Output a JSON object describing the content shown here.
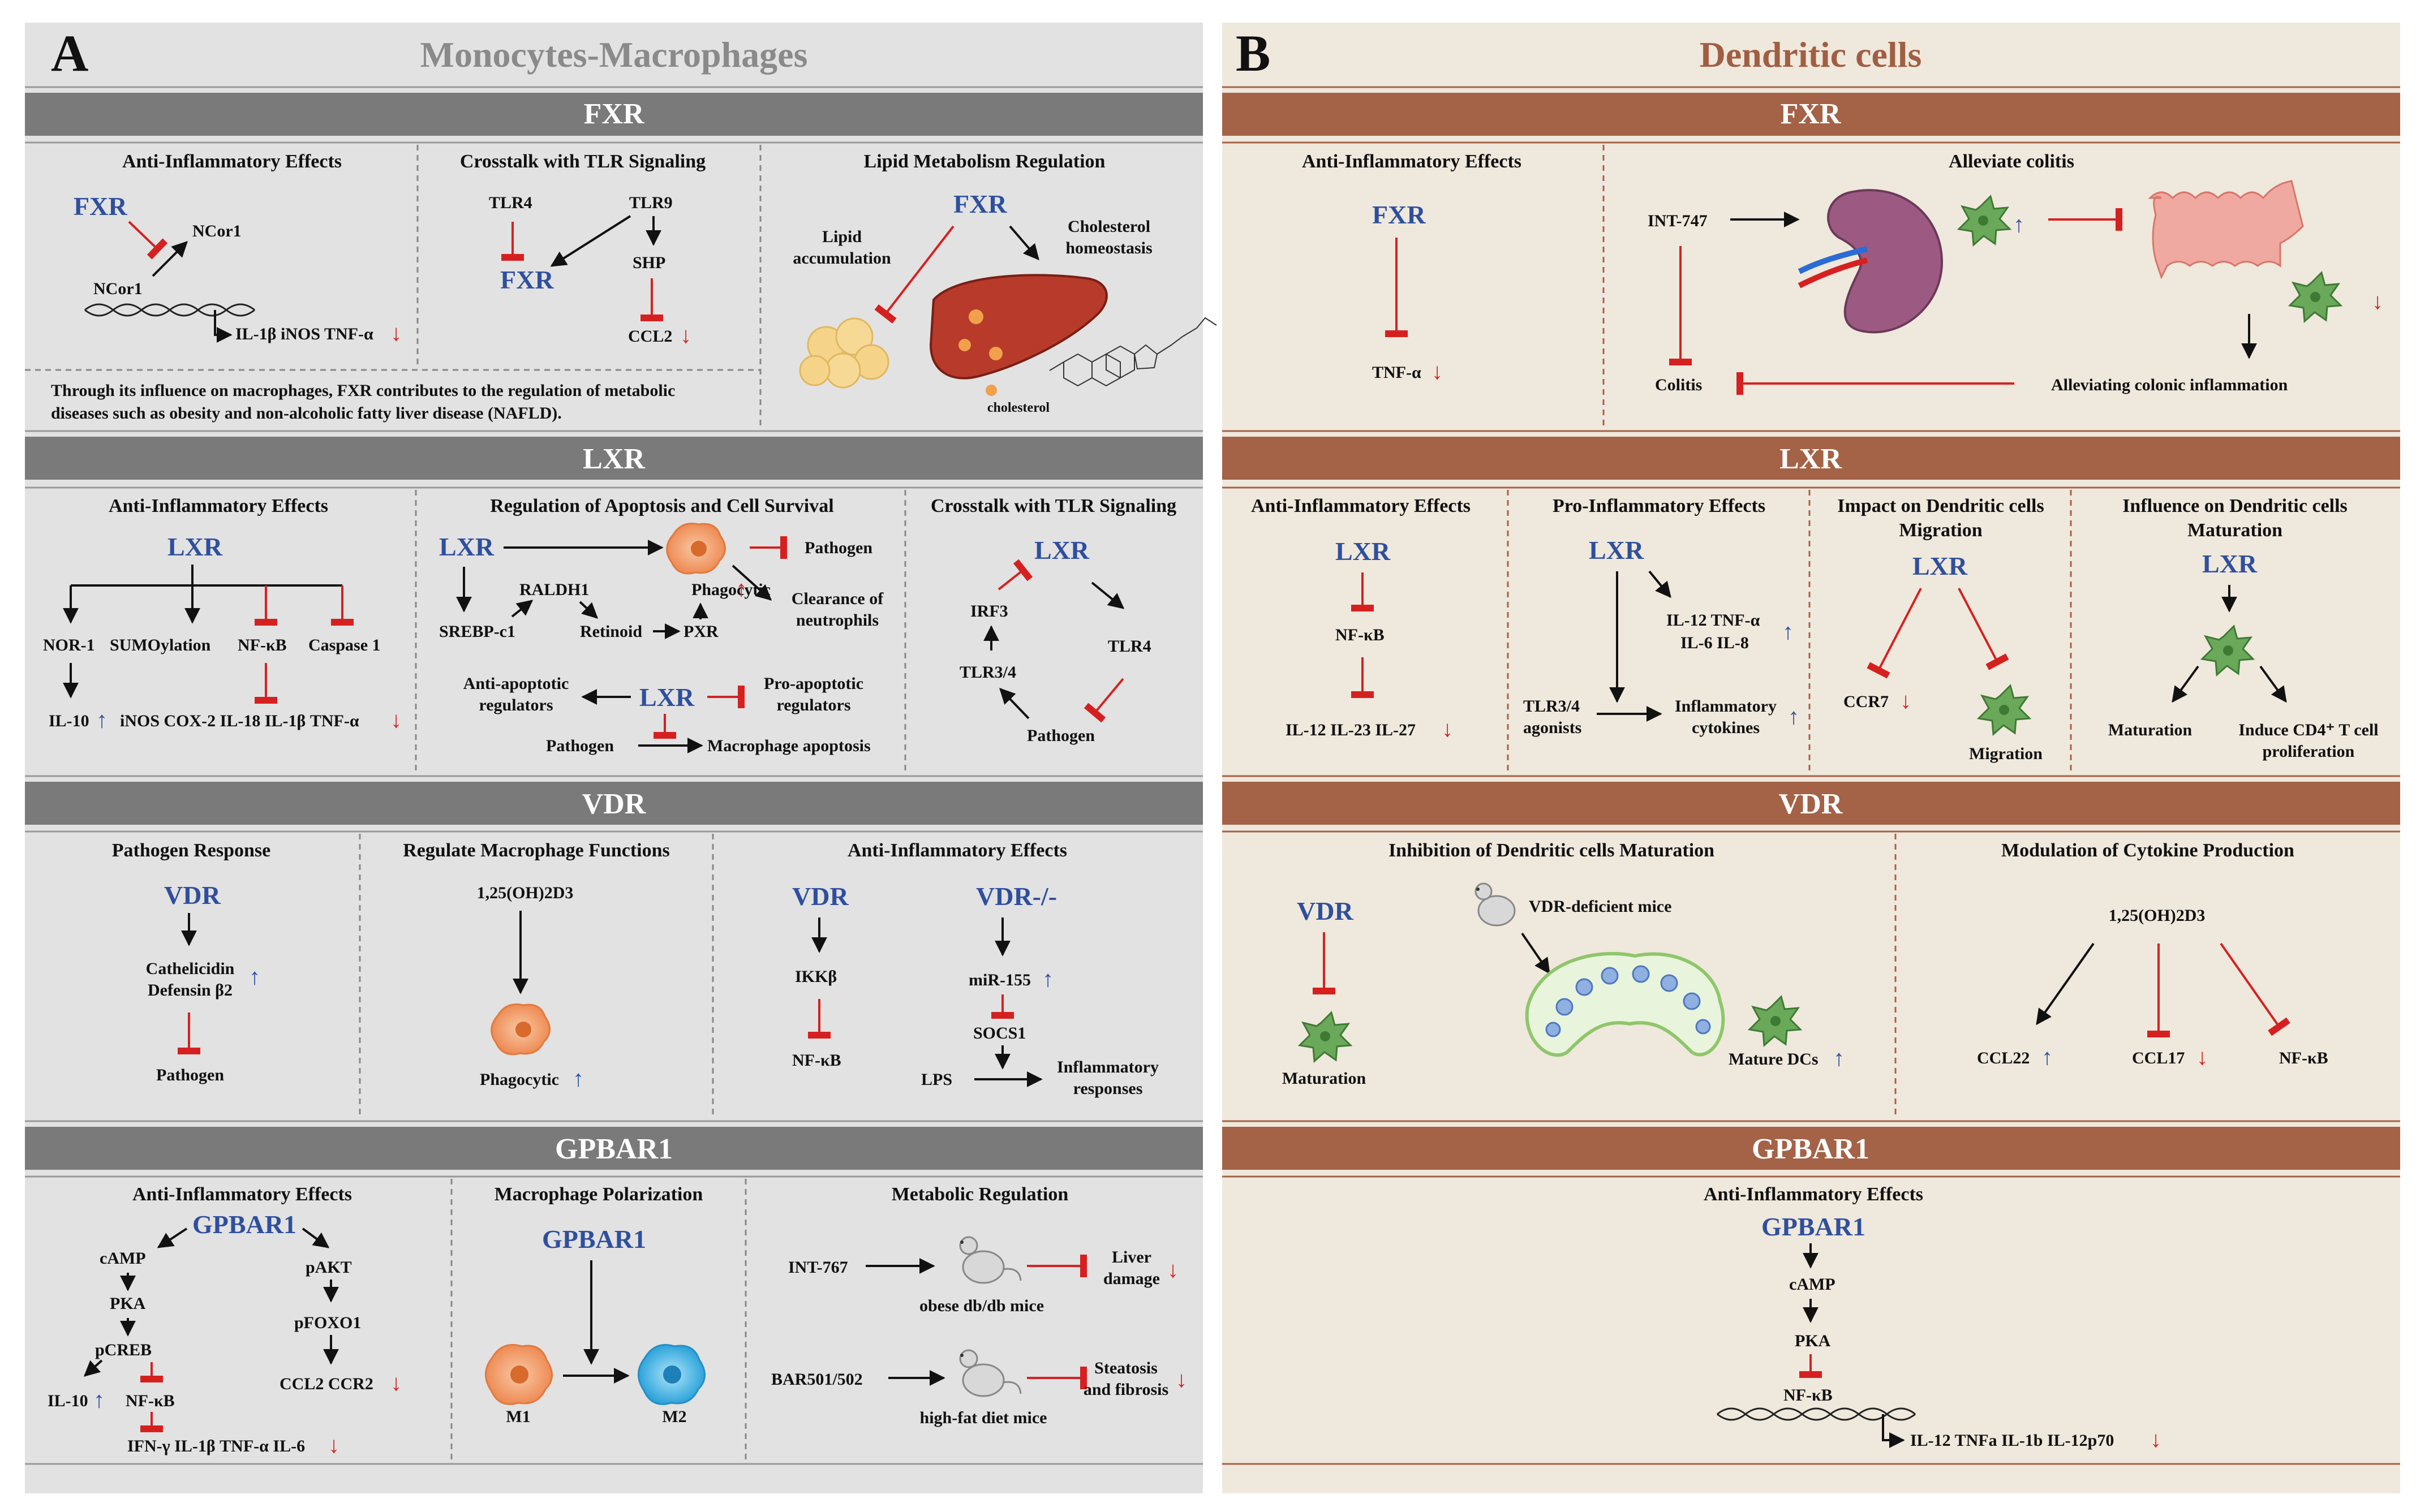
{
  "panel_a": {
    "letter": "A",
    "title": "Monocytes-Macrophages",
    "fxr": {
      "band": "FXR",
      "anti": {
        "title": "Anti-Inflammatory Effects",
        "fxr": "FXR",
        "ncor1_top": "NCor1",
        "ncor1_dna": "NCor1",
        "cytokines": "IL-1β iNOS TNF-α"
      },
      "tlr": {
        "title": "Crosstalk with TLR Signaling",
        "tlr4": "TLR4",
        "tlr9": "TLR9",
        "fxr": "FXR",
        "shp": "SHP",
        "ccl2": "CCL2"
      },
      "lipid": {
        "title": "Lipid Metabolism Regulation",
        "fxr": "FXR",
        "lipid_acc_1": "Lipid",
        "lipid_acc_2": "accumulation",
        "chol_h_1": "Cholesterol",
        "chol_h_2": "homeostasis",
        "cholesterol": "cholesterol"
      },
      "note_1": "Through its influence on macrophages, FXR contributes to the regulation of metabolic",
      "note_2": "diseases such as obesity and non-alcoholic fatty liver disease (NAFLD)."
    },
    "lxr": {
      "band": "LXR",
      "anti": {
        "title": "Anti-Inflammatory Effects",
        "lxr": "LXR",
        "nor1": "NOR-1",
        "sumo": "SUMOylation",
        "nfkb": "NF-κB",
        "caspase": "Caspase 1",
        "il10": "IL-10",
        "cytokines": "iNOS COX-2 IL-18 IL-1β TNF-α"
      },
      "apop": {
        "title": "Regulation of Apoptosis and Cell Survival",
        "lxr_top": "LXR",
        "pathogen_top": "Pathogen",
        "raldh1": "RALDH1",
        "phagocytic": "Phagocytic",
        "clearance_1": "Clearance of",
        "clearance_2": "neutrophils",
        "srebp": "SREBP-c1",
        "retinoid": "Retinoid",
        "pxr": "PXR",
        "anti_apop_1": "Anti-apoptotic",
        "anti_apop_2": "regulators",
        "lxr_mid": "LXR",
        "pro_apop_1": "Pro-apoptotic",
        "pro_apop_2": "regulators",
        "pathogen_bottom": "Pathogen",
        "mac_apop": "Macrophage apoptosis"
      },
      "tlr": {
        "title": "Crosstalk with TLR Signaling",
        "lxr": "LXR",
        "irf3": "IRF3",
        "tlr34": "TLR3/4",
        "tlr4": "TLR4",
        "pathogen": "Pathogen"
      }
    },
    "vdr": {
      "band": "VDR",
      "path": {
        "title": "Pathogen Response",
        "vdr": "VDR",
        "cath": "Cathelicidin",
        "defensin": "Defensin β2",
        "pathogen": "Pathogen"
      },
      "reg": {
        "title": "Regulate Macrophage Functions",
        "d3": "1,25(OH)2D3",
        "phagocytic": "Phagocytic"
      },
      "anti": {
        "title": "Anti-Inflammatory Effects",
        "vdr": "VDR",
        "vdr_ko": "VDR-/-",
        "ikkb": "IKKβ",
        "nfkb": "NF-κB",
        "mir155": "miR-155",
        "socs1": "SOCS1",
        "lps": "LPS",
        "infl_1": "Inflammatory",
        "infl_2": "responses"
      }
    },
    "gpbar1": {
      "band": "GPBAR1",
      "anti": {
        "title": "Anti-Inflammatory Effects",
        "gpbar1": "GPBAR1",
        "camp": "cAMP",
        "pka": "PKA",
        "pcreb": "pCREB",
        "il10": "IL-10",
        "nfkb": "NF-κB",
        "cytokines": "IFN-γ IL-1β TNF-α IL-6",
        "pakt": "pAKT",
        "pfoxo1": "pFOXO1",
        "ccl2ccr2": "CCL2 CCR2"
      },
      "pol": {
        "title": "Macrophage Polarization",
        "gpbar1": "GPBAR1",
        "m1": "M1",
        "m2": "M2"
      },
      "met": {
        "title": "Metabolic Regulation",
        "int767": "INT-767",
        "liver_1": "Liver",
        "liver_2": "damage",
        "dbdb": "obese db/db mice",
        "bar": "BAR501/502",
        "steatosis_1": "Steatosis",
        "steatosis_2": "and fibrosis",
        "hfd": "high-fat diet mice"
      }
    }
  },
  "panel_b": {
    "letter": "B",
    "title": "Dendritic cells",
    "fxr": {
      "band": "FXR",
      "anti": {
        "title": "Anti-Inflammatory Effects",
        "fxr": "FXR",
        "tnf": "TNF-α"
      },
      "colitis": {
        "title": "Alleviate colitis",
        "int747": "INT-747",
        "colitis": "Colitis",
        "alleviating": "Alleviating colonic inflammation"
      }
    },
    "lxr": {
      "band": "LXR",
      "anti": {
        "title": "Anti-Inflammatory Effects",
        "lxr": "LXR",
        "nfkb": "NF-κB",
        "cytokines": "IL-12  IL-23  IL-27"
      },
      "pro": {
        "title": "Pro-Inflammatory Effects",
        "lxr": "LXR",
        "cyt_1": "IL-12  TNF-α",
        "cyt_2": "IL-6  IL-8",
        "ag_1": "TLR3/4",
        "ag_2": "agonists",
        "infl_1": "Inflammatory",
        "infl_2": "cytokines"
      },
      "mig": {
        "title_1": "Impact on Dendritic cells",
        "title_2": "Migration",
        "lxr": "LXR",
        "ccr7": "CCR7",
        "migration": "Migration"
      },
      "mat": {
        "title_1": "Influence on Dendritic cells",
        "title_2": "Maturation",
        "lxr": "LXR",
        "maturation": "Maturation",
        "induce_1": "Induce CD4⁺ T cell",
        "induce_2": "proliferation"
      }
    },
    "vdr": {
      "band": "VDR",
      "inh": {
        "title": "Inhibition of Dendritic cells Maturation",
        "vdr": "VDR",
        "maturation": "Maturation",
        "mice": "VDR-deficient mice",
        "mature": "Mature DCs"
      },
      "mod": {
        "title": "Modulation of Cytokine Production",
        "d3": "1,25(OH)2D3",
        "ccl22": "CCL22",
        "ccl17": "CCL17",
        "nfkb": "NF-κB"
      }
    },
    "gpbar1": {
      "band": "GPBAR1",
      "anti": {
        "title": "Anti-Inflammatory Effects",
        "gpbar1": "GPBAR1",
        "camp": "cAMP",
        "pka": "PKA",
        "nfkb": "NF-κB",
        "cytokines": "IL-12  TNFa  IL-1b  IL-12p70"
      }
    }
  },
  "colors": {
    "panel_a_bg": "#e2e2e2",
    "panel_b_bg": "#efe8dc",
    "band_a": "#7a7a7a",
    "band_b": "#a46247",
    "gene_blue": "#2f4f9e",
    "inhibit_red": "#d62020"
  },
  "arrows": {
    "up": "↑",
    "down": "↓"
  }
}
